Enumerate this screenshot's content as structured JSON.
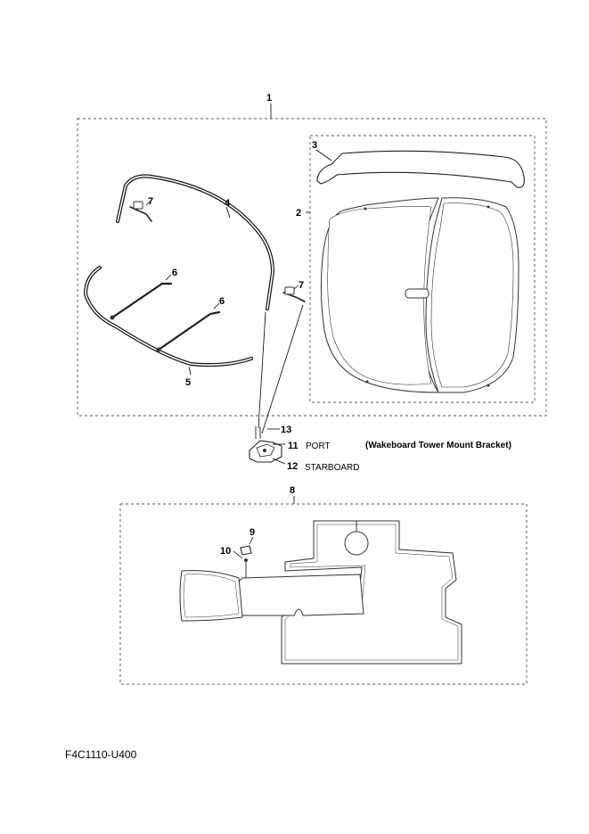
{
  "callouts": {
    "c1": "1",
    "c2": "2",
    "c3": "3",
    "c4": "4",
    "c5": "5",
    "c6a": "6",
    "c6b": "6",
    "c7a": "7",
    "c7b": "7",
    "c8": "8",
    "c9": "9",
    "c10": "10",
    "c11": "11",
    "c12": "12",
    "c13": "13"
  },
  "labels": {
    "port": "PORT",
    "starboard": "STARBOARD",
    "bracket_note": "(Wakeboard Tower Mount Bracket)"
  },
  "footer": {
    "code": "F4C1110-U400"
  }
}
